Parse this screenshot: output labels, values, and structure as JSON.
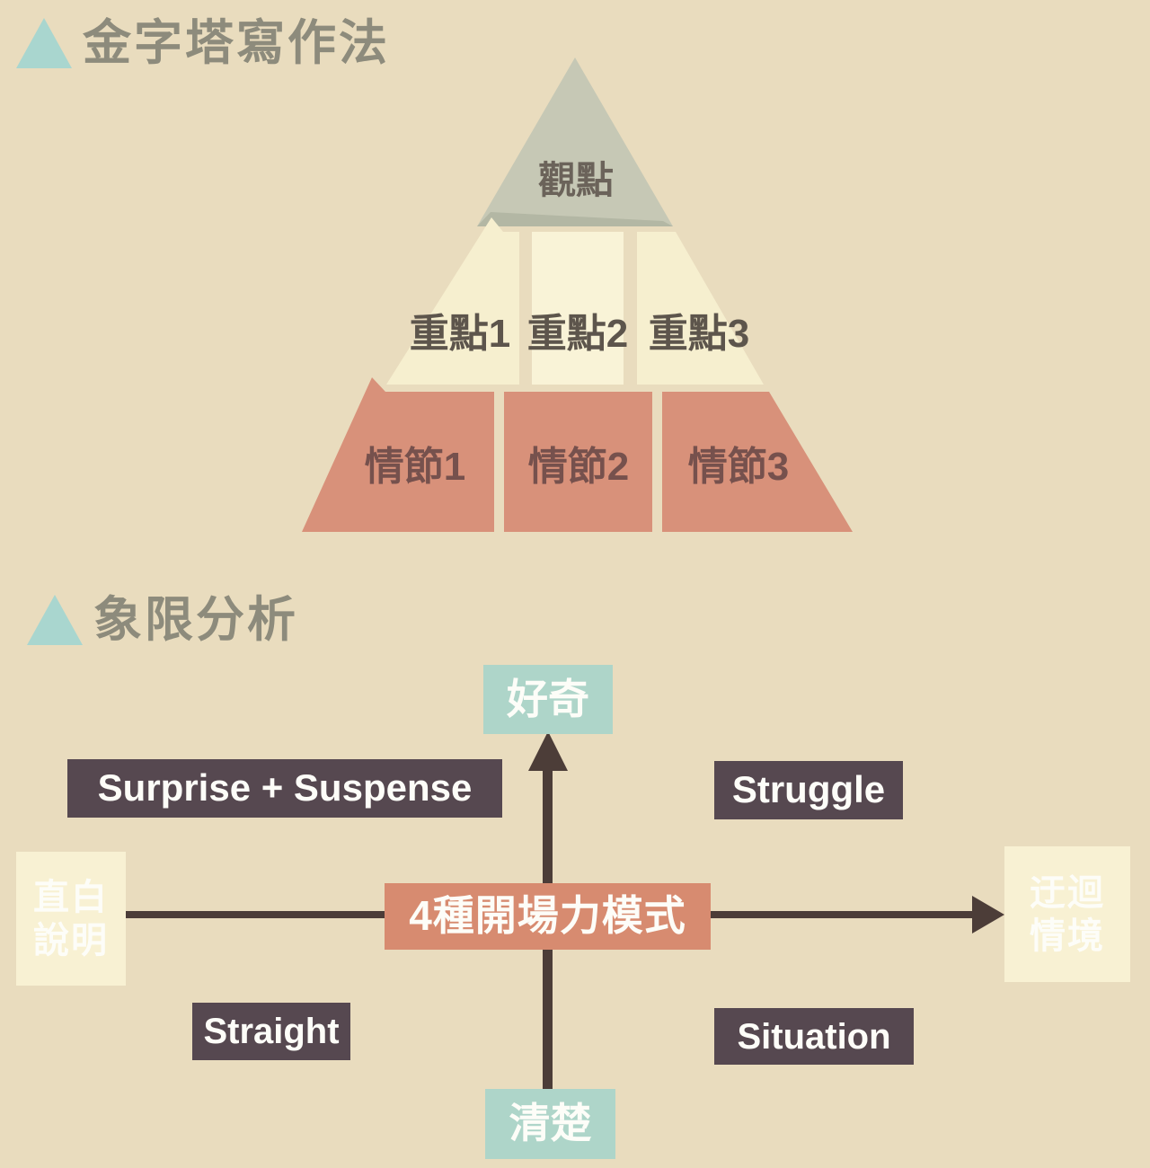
{
  "colors": {
    "background": "#e9dcbe",
    "section_title_text": "#8d8b7c",
    "bullet_teal": "#a9d6cf",
    "pyramid_top": "#c6c8b5",
    "pyramid_top_shadow": "#b3b7a4",
    "pyramid_mid": "#f6efcf",
    "pyramid_mid_light": "#f9f3d7",
    "pyramid_bottom": "#d8917a",
    "pyramid_top_text": "#6b635a",
    "pyramid_mid_text": "#5d554c",
    "pyramid_bottom_text": "#76514d",
    "axis": "#4c3d38",
    "teal_box": "#aed5c9",
    "cream_box": "#f8f1d3",
    "salmon_box": "#d78b70",
    "dark_box": "#564850",
    "box_text": "#fdfdf8"
  },
  "sections": {
    "pyramid": {
      "title": "金字塔寫作法"
    },
    "quadrant": {
      "title": "象限分析"
    }
  },
  "pyramid": {
    "top_label": "觀點",
    "mid_labels": [
      "重點1",
      "重點2",
      "重點3"
    ],
    "bottom_labels": [
      "情節1",
      "情節2",
      "情節3"
    ]
  },
  "quadrant": {
    "axis_top": "好奇",
    "axis_bottom": "清楚",
    "axis_left_line1": "直白",
    "axis_left_line2": "說明",
    "axis_right_line1": "迂迴",
    "axis_right_line2": "情境",
    "center": "4種開場力模式",
    "top_left": "Surprise + Suspense",
    "top_right": "Struggle",
    "bottom_left": "Straight",
    "bottom_right": "Situation"
  }
}
